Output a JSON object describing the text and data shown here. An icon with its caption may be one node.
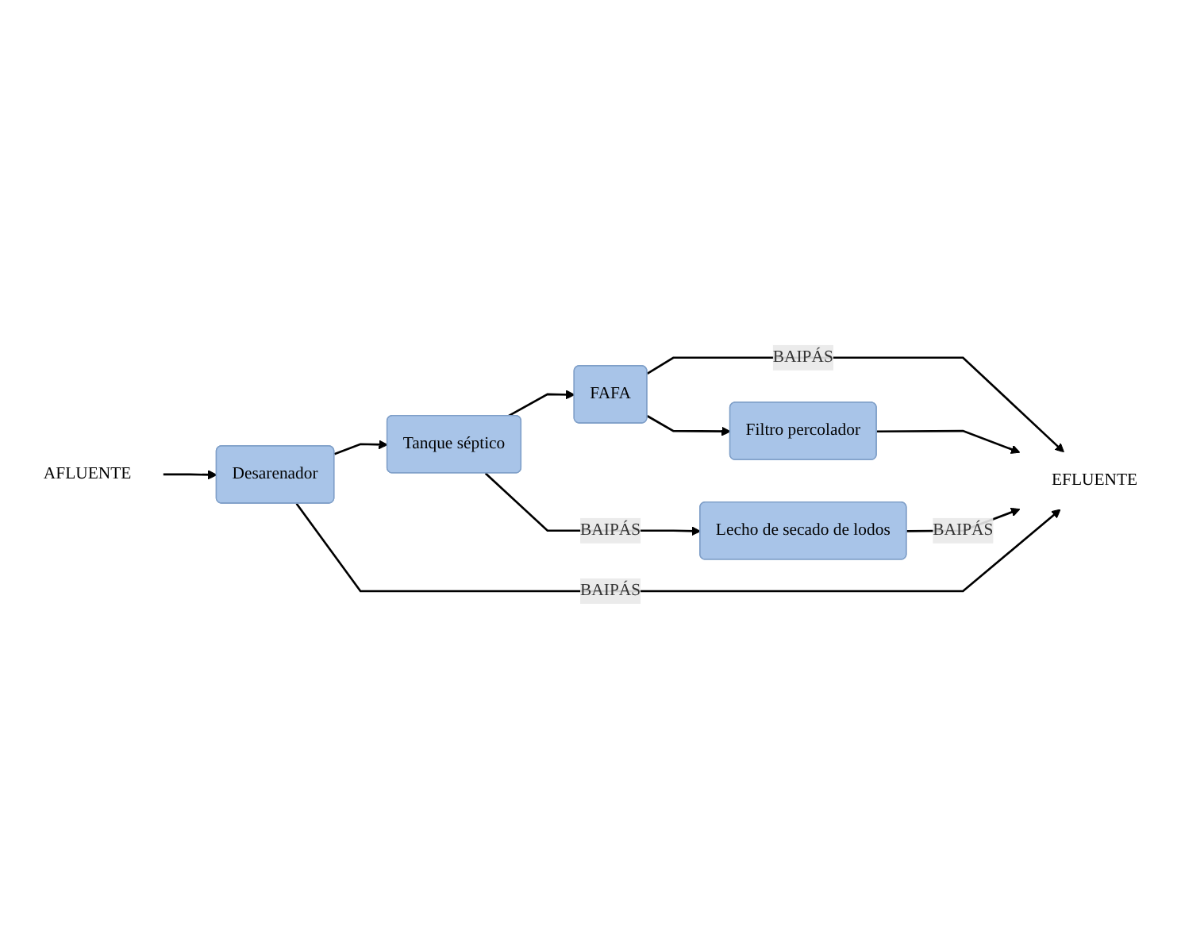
{
  "diagram": {
    "nodes": [
      {
        "text": [
          "AFLUENTE"
        ]
      },
      {
        "text": [
          "Desarenador"
        ]
      },
      {
        "text": [
          "Tanque séptico"
        ]
      },
      {
        "text": [
          "FAFA"
        ]
      },
      {
        "text": [
          "Filtro percolador"
        ]
      },
      {
        "text": [
          "Lecho de secado de lodos"
        ]
      },
      {
        "text": [
          "EFLUENTE"
        ]
      }
    ],
    "edges": [
      {
        "from": 0,
        "to": 1,
        "arrow": "to"
      },
      {
        "from": 1,
        "to": 2,
        "arrow": "to"
      },
      {
        "from": 2,
        "to": 3,
        "arrow": "to"
      },
      {
        "from": 3,
        "to": 4,
        "arrow": "to"
      },
      {
        "from": 2,
        "to": 5,
        "arrow": "to",
        "label": "BAIPÁS"
      },
      {
        "from": 3,
        "to": 6,
        "arrow": "to",
        "label": "BAIPÁS"
      },
      {
        "from": 4,
        "to": 6,
        "arrow": "to"
      },
      {
        "from": 5,
        "to": 6,
        "arrow": "to",
        "label": "BAIPÁS"
      },
      {
        "from": 1,
        "to": 6,
        "arrow": "to",
        "label": "BAIPÁS"
      }
    ]
  }
}
